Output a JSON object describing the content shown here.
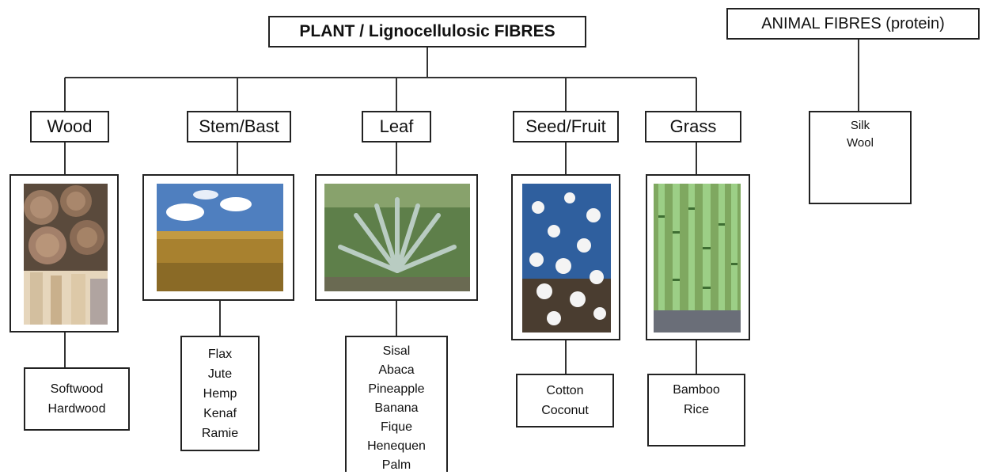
{
  "plant_title": "PLANT / Lignocellulosic FIBRES",
  "animal_title": "ANIMAL FIBRES (protein)",
  "categories": {
    "wood": "Wood",
    "stem": "Stem/Bast",
    "leaf": "Leaf",
    "seed": "Seed/Fruit",
    "grass": "Grass"
  },
  "examples": {
    "wood": [
      "Softwood",
      "Hardwood"
    ],
    "stem": [
      "Flax",
      "Jute",
      "Hemp",
      "Kenaf",
      "Ramie"
    ],
    "leaf": [
      "Sisal",
      "Abaca",
      "Pineapple",
      "Banana",
      "Fique",
      "Henequen",
      "Palm"
    ],
    "seed": [
      "Cotton",
      "Coconut"
    ],
    "grass": [
      "Bamboo",
      "Rice"
    ],
    "animal": [
      "Silk",
      "Wool"
    ]
  }
}
